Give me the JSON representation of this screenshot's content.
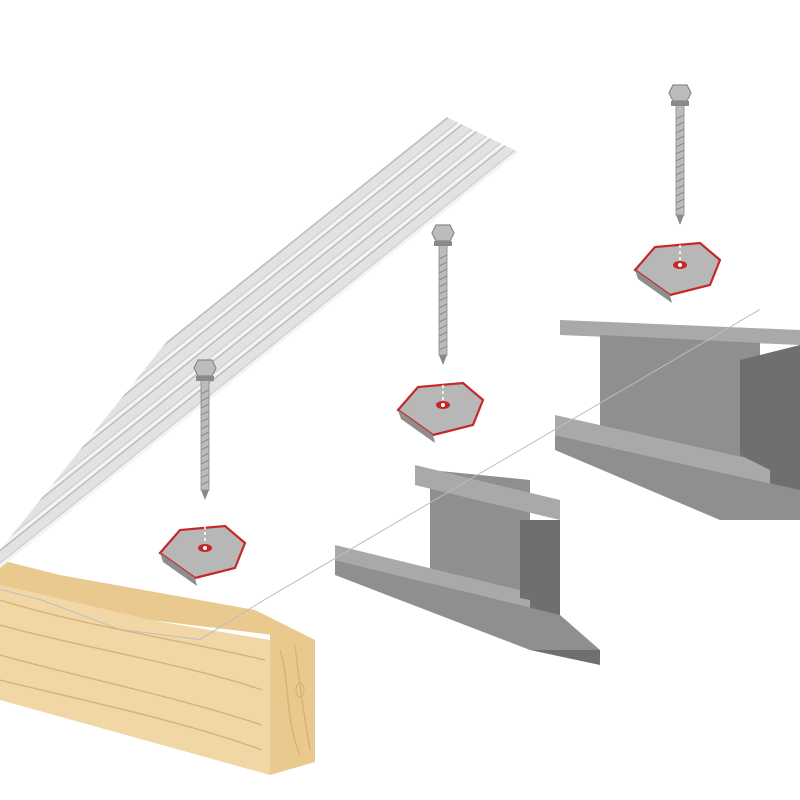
{
  "scene": {
    "subject": "corrugated-roof-sheet-fastening",
    "colors": {
      "sheet_top": "#e2e2e2",
      "sheet_light": "#ececec",
      "sheet_mid": "#d2d2d2",
      "sheet_shadow": "#bdbdbd",
      "sheet_edge": "#f4f4f4",
      "beam_top": "#a9a9a9",
      "beam_front": "#8f8f8f",
      "beam_dark": "#6f6f6f",
      "timber_face": "#f0d7a5",
      "timber_end": "#e9c98d",
      "timber_grain": "#d9b274",
      "saddle": "#b7b7b7",
      "saddle_dark": "#8d8d8d",
      "washer_seal": "#c62828",
      "screw": "#bcbcbc",
      "screw_dark": "#8a8a8a",
      "guide_line": "#ffffff"
    },
    "supports": [
      {
        "kind": "timber-purlin"
      },
      {
        "kind": "steel-i-beam"
      },
      {
        "kind": "steel-i-beam"
      }
    ],
    "fasteners": [
      {
        "kind": "self-drilling-screw-with-saddle-washer",
        "position": "front"
      },
      {
        "kind": "self-drilling-screw-with-saddle-washer",
        "position": "middle"
      },
      {
        "kind": "self-drilling-screw-with-saddle-washer",
        "position": "rear"
      }
    ]
  }
}
